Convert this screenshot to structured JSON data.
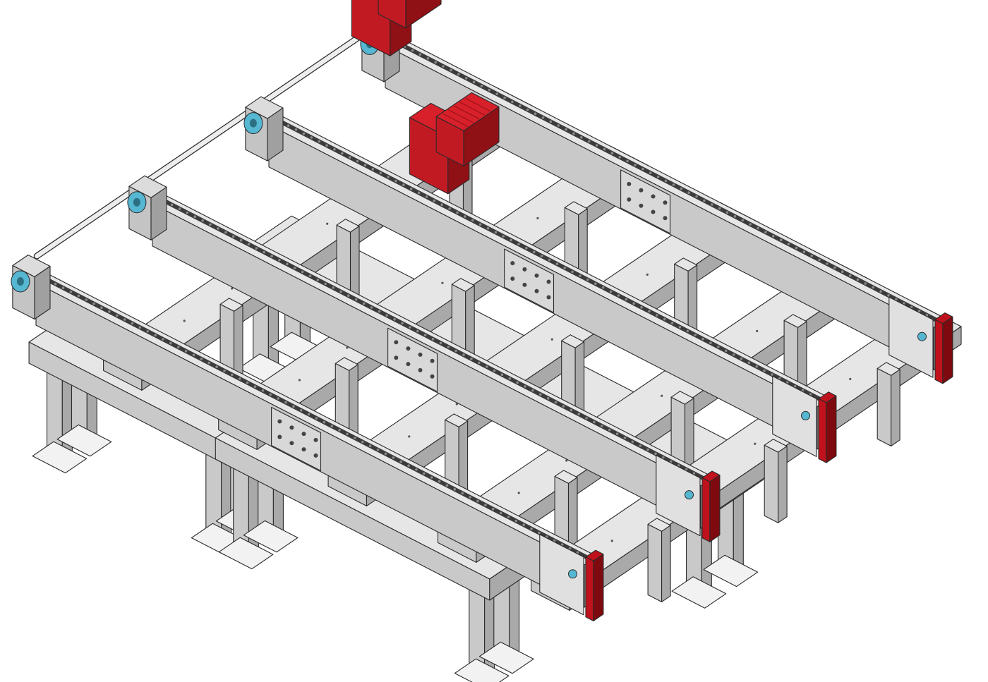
{
  "drawing": {
    "colors": {
      "background": "#ffffff",
      "steel_top": "#e6e6e6",
      "steel_front": "#c9c9c9",
      "steel_side": "#a9a9a9",
      "chain": "#3c3c3c",
      "chain_link": "#8a8a8a",
      "motor_red": "#d8202a",
      "motor_dark": "#8f1015",
      "bearing_blue": "#56b7d2",
      "tail_red": "#c0121c",
      "outline": "#2a2a2a"
    },
    "components": {
      "conveyor_tracks": 4,
      "gear_motors": 2,
      "drive_shaft_bearings": 4,
      "cross_beams": 5,
      "support_stands": 3
    },
    "icons": [
      "gear-motor-icon",
      "bearing-icon",
      "chain-icon",
      "splice-plate-icon",
      "foot-plate-icon"
    ]
  }
}
